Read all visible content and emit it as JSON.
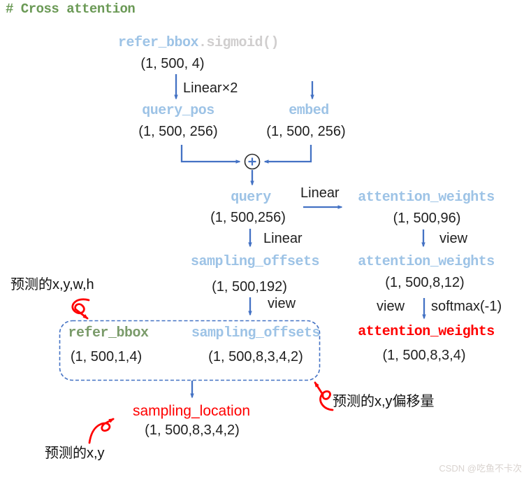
{
  "title": "# Cross attention",
  "watermark": "CSDN @吃鱼不卡次",
  "colors": {
    "arrow_blue": "#4472C4",
    "code_light_blue": "#9DC3E6",
    "method_gray": "#D0CECE",
    "comment_green": "#6A9955",
    "refer_bbox_green": "#7A9B6A",
    "highlight_red": "#FF0000",
    "text_black": "#1F1F1F"
  },
  "nodes": {
    "refer_bbox_sigmoid": {
      "code": "refer_bbox",
      "method": ".sigmoid()",
      "shape": "(1, 500, 4)"
    },
    "query_pos": {
      "label": "query_pos",
      "shape": "(1, 500, 256)"
    },
    "embed": {
      "label": "embed",
      "shape": "(1, 500, 256)"
    },
    "query": {
      "label": "query",
      "shape": "(1, 500,256)"
    },
    "attention_weights_linear": {
      "label": "attention_weights",
      "shape": "(1, 500,96)"
    },
    "sampling_offsets_linear": {
      "label": "sampling_offsets",
      "shape": "(1, 500,192)"
    },
    "attention_weights_view": {
      "label": "attention_weights",
      "shape": "(1, 500,8,12)"
    },
    "refer_bbox_boxed": {
      "label": "refer_bbox",
      "shape": "(1, 500,1,4)"
    },
    "sampling_offsets_boxed": {
      "label": "sampling_offsets",
      "shape": "(1, 500,8,3,4,2)"
    },
    "attention_weights_final": {
      "label": "attention_weights",
      "shape": "(1, 500,8,3,4)"
    },
    "sampling_location": {
      "label": "sampling_location",
      "shape": "(1, 500,8,3,4,2)"
    }
  },
  "operations": {
    "linear_x2": "Linear×2",
    "linear_to_attention": "Linear",
    "linear_to_offsets": "Linear",
    "view_attention": "view",
    "view_offsets": "view",
    "view_before_softmax": "view",
    "softmax": "softmax(-1)",
    "merge_symbol": "⊕"
  },
  "annotations": {
    "pred_xywh": "预测的x,y,w,h",
    "pred_xy_offset": "预测的x,y偏移量",
    "pred_xy": "预测的x,y"
  }
}
